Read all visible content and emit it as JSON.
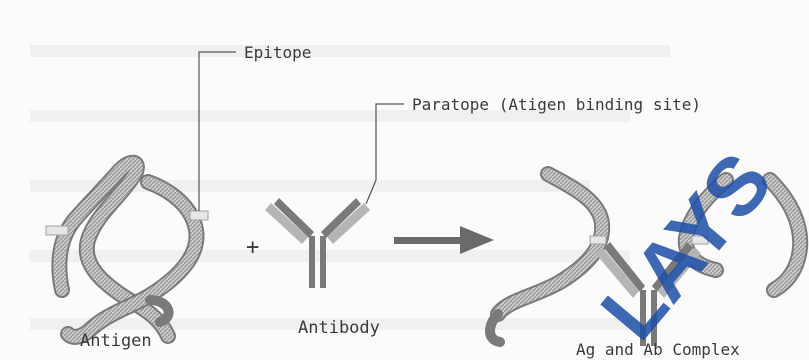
{
  "labels": {
    "epitope": "Epitope",
    "paratope": "Paratope (Atigen binding site)",
    "antigen": "Antigen",
    "antibody": "Antibody",
    "complex": "Ag and Ab Complex",
    "plus": "+"
  },
  "watermark": "LAYS",
  "colors": {
    "shape_fill": "#bdbdbd",
    "shape_stroke": "#7a7a7a",
    "antibody_dark": "#7a7a7a",
    "line": "#555555",
    "watermark": "#1f4fa8"
  }
}
